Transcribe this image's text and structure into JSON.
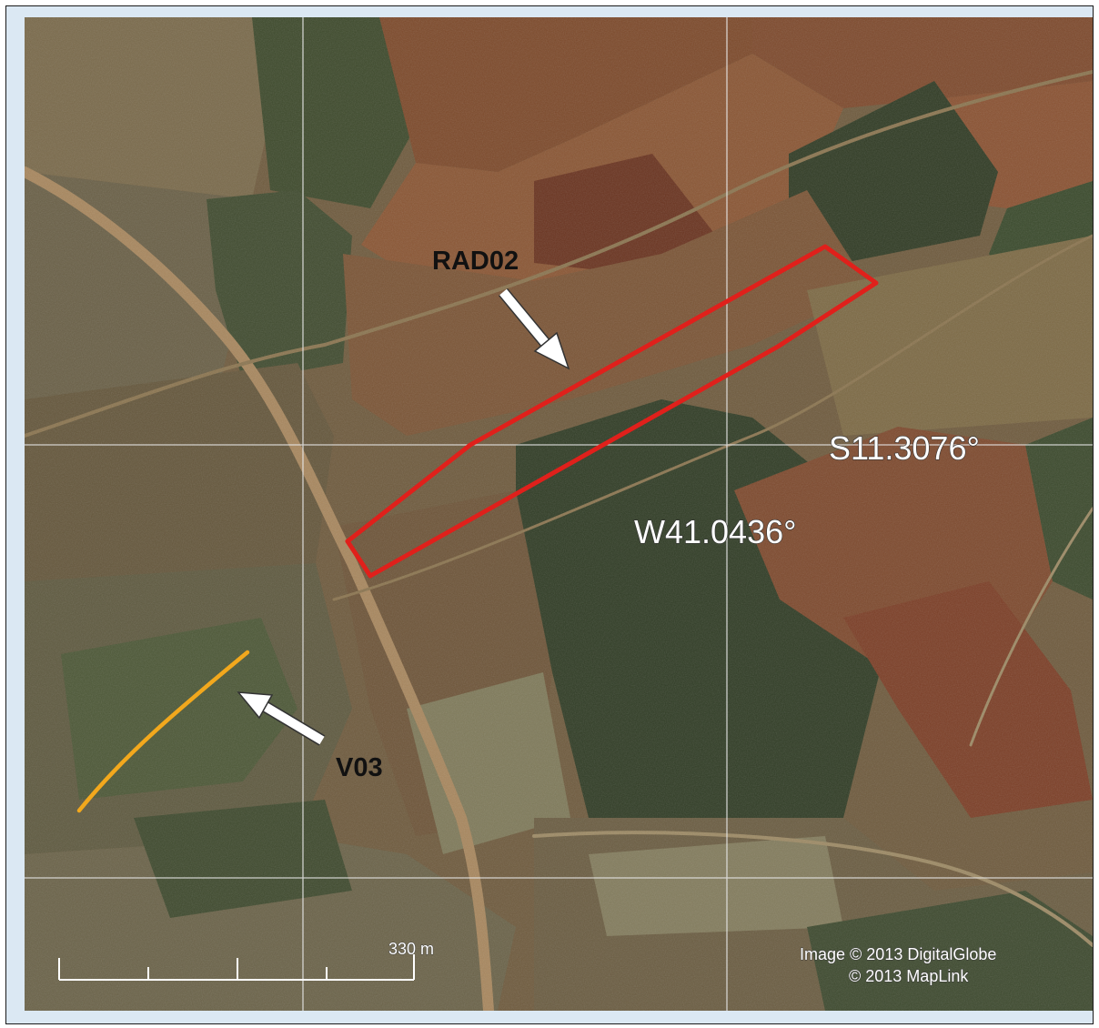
{
  "map": {
    "features": [
      {
        "id": "RAD02",
        "label": "RAD02",
        "kind": "polygon",
        "color": "#e0201b"
      },
      {
        "id": "V03",
        "label": "V03",
        "kind": "line",
        "color": "#f2a81d"
      }
    ],
    "coordinates": {
      "latitude": "S11.3076°",
      "longitude": "W41.0436°"
    },
    "scale_bar": {
      "label": "330 m"
    },
    "credits": {
      "imagery": "Image © 2013 DigitalGlobe",
      "data": "© 2013 MapLink"
    },
    "arrow_color": "#ffffff",
    "grid_color": "#e6e6e6"
  }
}
